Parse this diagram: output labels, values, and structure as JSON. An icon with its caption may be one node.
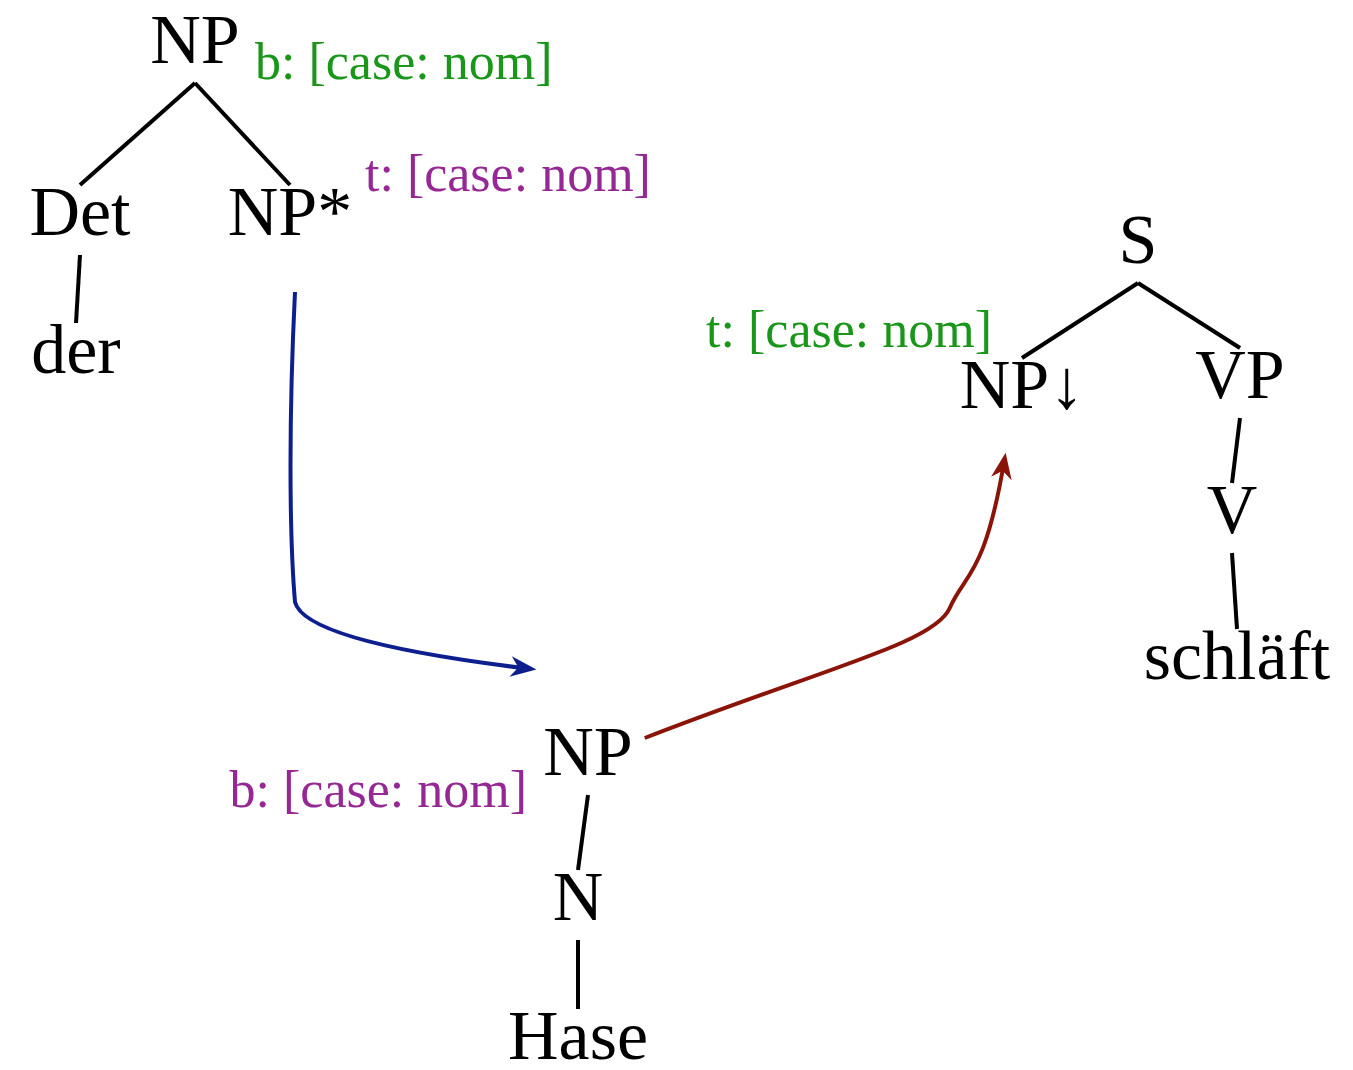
{
  "diagram": {
    "nodes": [
      {
        "text": [
          "NP"
        ],
        "beside": [
          "b: [case: nom]"
        ]
      },
      {
        "text": [
          "Det"
        ]
      },
      {
        "text": [
          "NP*"
        ],
        "beside": [
          "t: [case: nom]"
        ]
      },
      {
        "text": [
          "der"
        ]
      },
      {
        "text": [
          "S"
        ]
      },
      {
        "text": [
          "NP↓"
        ],
        "beside": [
          "t: [case: nom]"
        ]
      },
      {
        "text": [
          "VP"
        ]
      },
      {
        "text": [
          "V"
        ]
      },
      {
        "text": [
          "schläft"
        ]
      },
      {
        "text": [
          "NP"
        ],
        "beside": [
          "b: [case: nom]"
        ]
      },
      {
        "text": [
          "N"
        ]
      },
      {
        "text": [
          "Hase"
        ]
      }
    ],
    "edges": [
      {
        "from": 0,
        "to": 1,
        "arrow": "none"
      },
      {
        "from": 0,
        "to": 2,
        "arrow": "none"
      },
      {
        "from": 1,
        "to": 3,
        "arrow": "none"
      },
      {
        "from": 4,
        "to": 5,
        "arrow": "none"
      },
      {
        "from": 4,
        "to": 6,
        "arrow": "none"
      },
      {
        "from": 6,
        "to": 7,
        "arrow": "none"
      },
      {
        "from": 7,
        "to": 8,
        "arrow": "none"
      },
      {
        "from": 9,
        "to": 10,
        "arrow": "none"
      },
      {
        "from": 10,
        "to": 11,
        "arrow": "none"
      },
      {
        "from": 2,
        "to": 9,
        "arrow": "to",
        "color": "#0d1f8f"
      },
      {
        "from": 9,
        "to": 5,
        "arrow": "to",
        "color": "#8b1408"
      }
    ]
  }
}
